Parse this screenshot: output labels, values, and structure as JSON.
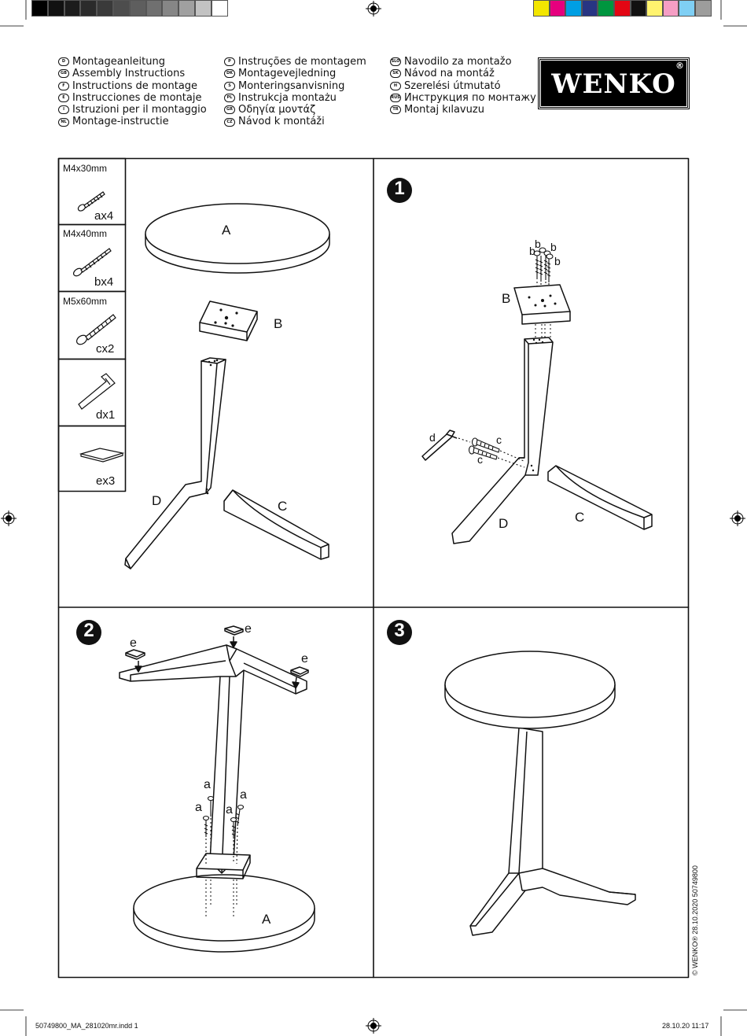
{
  "color_bar_left": [
    "#000000",
    "#111111",
    "#1c1c1c",
    "#2b2b2b",
    "#3a3a3a",
    "#4d4d4d",
    "#5e5e5e",
    "#707070",
    "#868686",
    "#a0a0a0",
    "#c2c2c2",
    "#ffffff"
  ],
  "color_bar_right": [
    "#f3e600",
    "#e6007e",
    "#009fe3",
    "#283583",
    "#00963f",
    "#e30613",
    "#111111",
    "#fff36e",
    "#f59ec4",
    "#7fcff4",
    "#9d9d9c"
  ],
  "instructions": {
    "col1": [
      {
        "code": "D",
        "label": "Montageanleitung"
      },
      {
        "code": "GB",
        "label": "Assembly Instructions"
      },
      {
        "code": "F",
        "label": "Instructions de montage"
      },
      {
        "code": "E",
        "label": "Instrucciones de montaje"
      },
      {
        "code": "I",
        "label": "Istruzioni per il montaggio"
      },
      {
        "code": "NL",
        "label": "Montage-instructie"
      }
    ],
    "col2": [
      {
        "code": "P",
        "label": "Instruções de montagem"
      },
      {
        "code": "DK",
        "label": "Montagevejledning"
      },
      {
        "code": "S",
        "label": "Monteringsanvisning"
      },
      {
        "code": "PL",
        "label": "Instrukcja montażu"
      },
      {
        "code": "GR",
        "label": "Οδηγία μοντάζ"
      },
      {
        "code": "CZ",
        "label": "Návod k montáži"
      }
    ],
    "col3": [
      {
        "code": "SLO",
        "label": "Navodilo za montažo"
      },
      {
        "code": "SK",
        "label": "Návod na montáž"
      },
      {
        "code": "H",
        "label": "Szerelési útmutató"
      },
      {
        "code": "RUS",
        "label": "Инструкция по монтажу"
      },
      {
        "code": "TR",
        "label": "Montaj kılavuzu"
      }
    ]
  },
  "logo": {
    "text": "WENKO",
    "reg": "®"
  },
  "parts": [
    {
      "size": "M4x30mm",
      "qty": "ax4"
    },
    {
      "size": "M4x40mm",
      "qty": "bx4"
    },
    {
      "size": "M5x60mm",
      "qty": "cx2"
    },
    {
      "size": "",
      "qty": "dx1"
    },
    {
      "size": "",
      "qty": "ex3"
    }
  ],
  "labels": {
    "A": "A",
    "B": "B",
    "C": "C",
    "D": "D",
    "a": "a",
    "b": "b",
    "c": "c",
    "d": "d",
    "e": "e"
  },
  "steps": [
    "1",
    "2",
    "3"
  ],
  "copyright": "© WENKO® 28.10.2020 50749800",
  "footer": {
    "left": "50749800_MA_281020mr.indd   1",
    "right": "28.10.20   11:17"
  }
}
